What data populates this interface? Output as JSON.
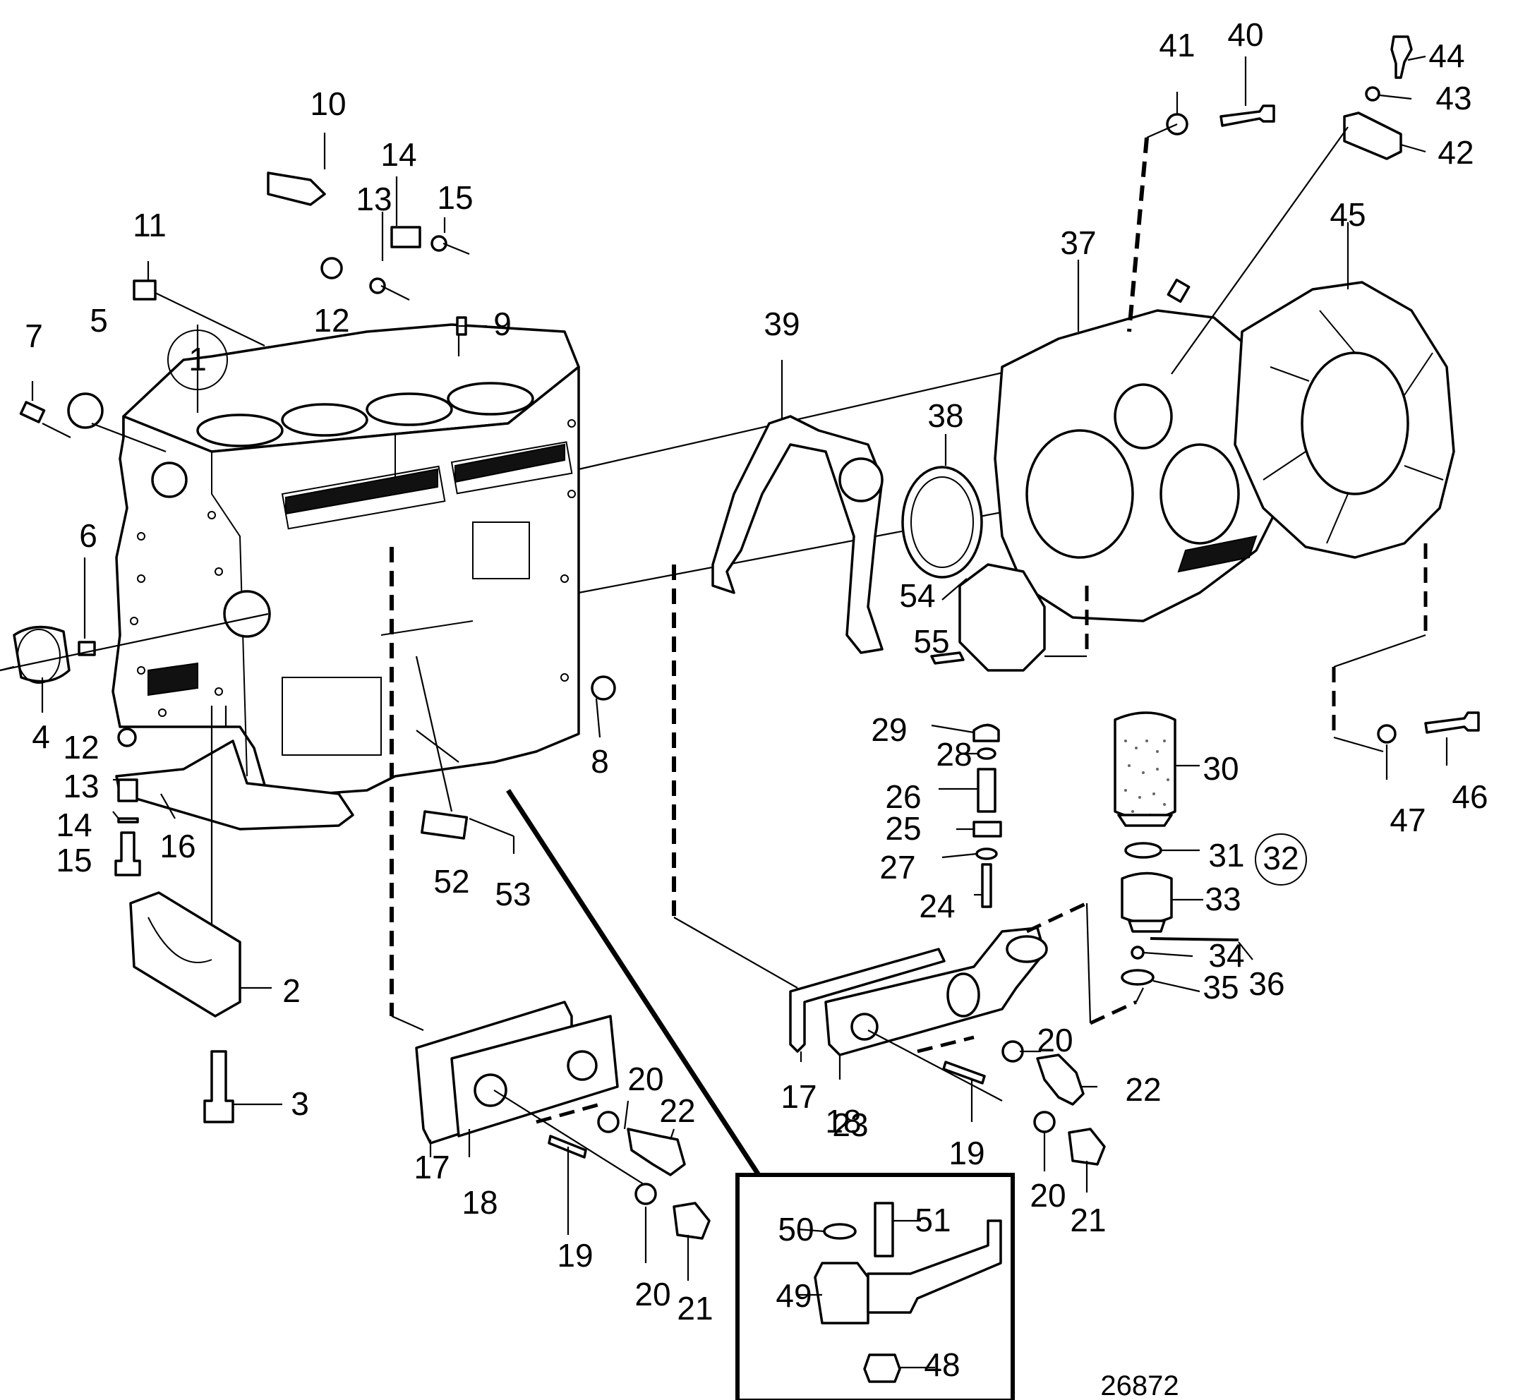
{
  "reference_number": "26872",
  "callouts": [
    "1",
    "2",
    "3",
    "4",
    "5",
    "6",
    "7",
    "8",
    "9",
    "10",
    "11",
    "12",
    "13",
    "14",
    "15",
    "16",
    "17",
    "18",
    "19",
    "20",
    "21",
    "22",
    "23",
    "24",
    "25",
    "26",
    "27",
    "28",
    "29",
    "30",
    "31",
    "32",
    "33",
    "34",
    "35",
    "36",
    "37",
    "38",
    "39",
    "40",
    "41",
    "42",
    "43",
    "44",
    "45",
    "46",
    "47",
    "48",
    "49",
    "50",
    "51",
    "52",
    "53",
    "54",
    "55"
  ],
  "circled_callouts": [
    "1",
    "32"
  ]
}
